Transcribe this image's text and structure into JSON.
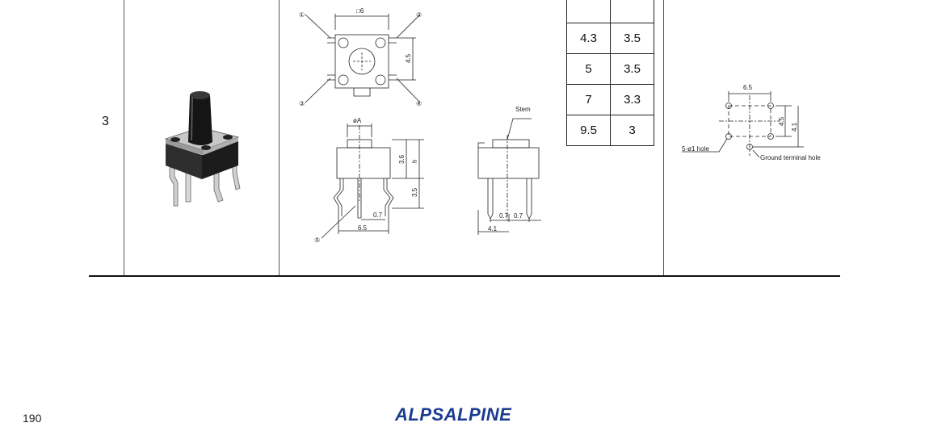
{
  "row": {
    "number": "3"
  },
  "dims_table": {
    "rows": [
      [
        "4.3",
        "3.5"
      ],
      [
        "5",
        "3.5"
      ],
      [
        "7",
        "3.3"
      ],
      [
        "9.5",
        "3"
      ]
    ]
  },
  "top_view": {
    "size_label": "□6",
    "height_label": "4.5",
    "markers": [
      "①",
      "②",
      "③",
      "④"
    ]
  },
  "front_view": {
    "stem_dia": "øA",
    "dim_36": "3.6",
    "dim_h": "h",
    "dim_35": "3.5",
    "dim_07": "0.7",
    "dim_65": "6.5",
    "marker": "⑤"
  },
  "side_view": {
    "stem_label": "Stem",
    "dim_07a": "0.7",
    "dim_07b": "0.7",
    "dim_41": "4.1"
  },
  "pcb_layout": {
    "dim_65": "6.5",
    "dim_45": "4.5",
    "dim_41": "4.1",
    "hole_label": "5-ø1 hole",
    "ground_label": "Ground terminal hole"
  },
  "footer": {
    "page_number": "190",
    "logo_text": "ALPSALPINE"
  }
}
